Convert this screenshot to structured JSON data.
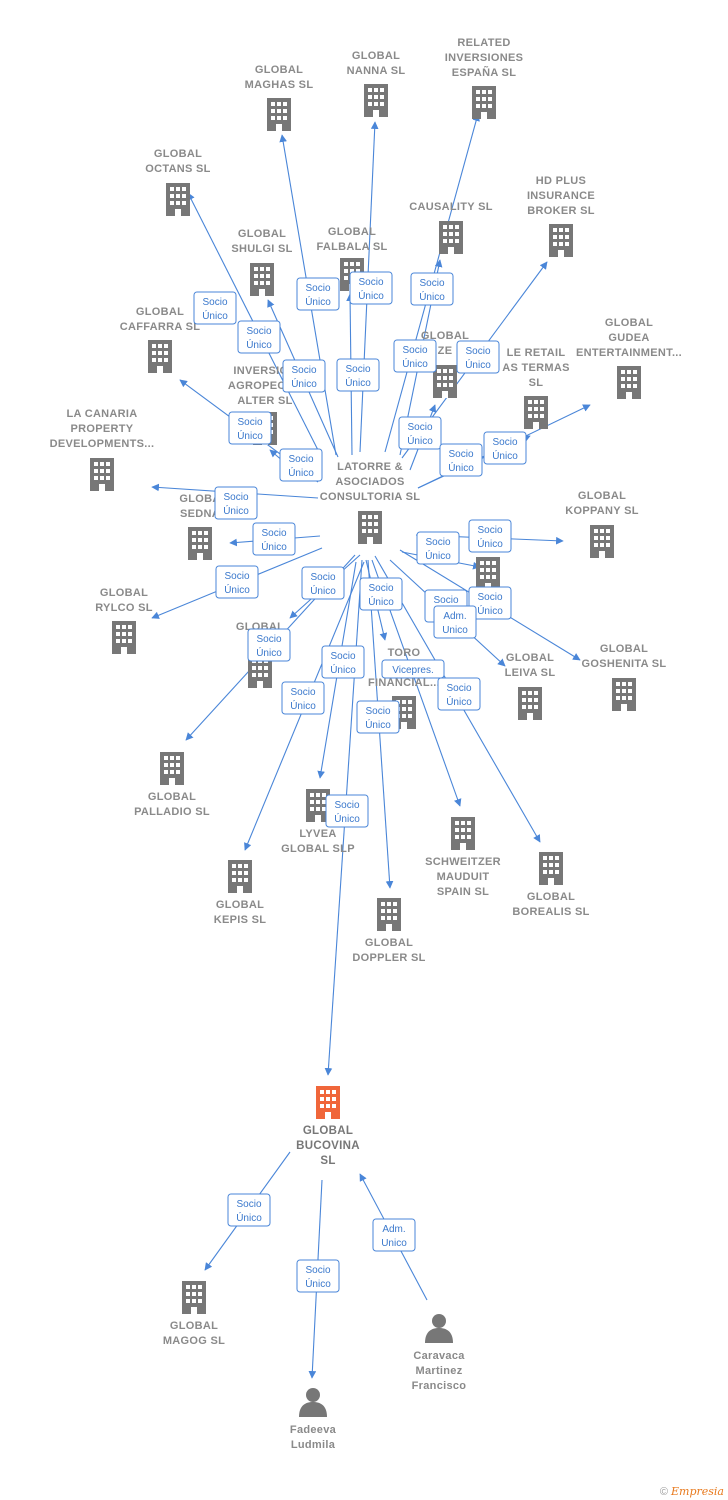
{
  "colors": {
    "edge": "#4a86d8",
    "node": "#777777",
    "highlight": "#f0663a"
  },
  "icons": {
    "company": "building-icon",
    "person": "person-icon"
  },
  "footer": {
    "copyright": "©",
    "brand": "Empresia"
  },
  "nodes": [
    {
      "id": "latorre",
      "lines": [
        "LATORRE &",
        "ASOCIADOS",
        "CONSULTORIA SL"
      ],
      "kind": "center"
    },
    {
      "id": "bucovina",
      "lines": [
        "GLOBAL",
        "BUCOVINA",
        "SL"
      ],
      "kind": "main"
    },
    {
      "id": "maghas",
      "lines": [
        "GLOBAL",
        "MAGHAS SL"
      ],
      "kind": "company"
    },
    {
      "id": "nanna",
      "lines": [
        "GLOBAL",
        "NANNA SL"
      ],
      "kind": "company"
    },
    {
      "id": "related",
      "lines": [
        "RELATED",
        "INVERSIONES",
        "ESPAÑA SL"
      ],
      "kind": "company"
    },
    {
      "id": "octans",
      "lines": [
        "GLOBAL",
        "OCTANS SL"
      ],
      "kind": "company"
    },
    {
      "id": "hdplus",
      "lines": [
        "HD PLUS",
        "INSURANCE",
        "BROKER SL"
      ],
      "kind": "company"
    },
    {
      "id": "causality",
      "lines": [
        "CAUSALITY SL"
      ],
      "kind": "company"
    },
    {
      "id": "shulgi",
      "lines": [
        "GLOBAL",
        "SHULGI SL"
      ],
      "kind": "company"
    },
    {
      "id": "falbala",
      "lines": [
        "GLOBAL",
        "FALBALA SL"
      ],
      "kind": "company"
    },
    {
      "id": "caffarra",
      "lines": [
        "GLOBAL",
        "CAFFARRA SL"
      ],
      "kind": "company"
    },
    {
      "id": "gudea",
      "lines": [
        "GLOBAL",
        "GUDEA",
        "ENTERTAINMENT..."
      ],
      "kind": "company"
    },
    {
      "id": "globalze",
      "lines": [
        "GLOBAL",
        "ZE"
      ],
      "kind": "company"
    },
    {
      "id": "leretail",
      "lines": [
        "LE RETAIL",
        "AS TERMAS",
        "SL"
      ],
      "kind": "company"
    },
    {
      "id": "inversion",
      "lines": [
        "INVERSION",
        "AGROPECUA",
        "ALTER SL"
      ],
      "kind": "company"
    },
    {
      "id": "lacanaria",
      "lines": [
        "LA CANARIA",
        "PROPERTY",
        "DEVELOPMENTS..."
      ],
      "kind": "company"
    },
    {
      "id": "koppany",
      "lines": [
        "GLOBAL",
        "KOPPANY SL"
      ],
      "kind": "company"
    },
    {
      "id": "sedna",
      "lines": [
        "GLOBA",
        "SEDNA"
      ],
      "kind": "company"
    },
    {
      "id": "globalse",
      "lines": [
        "SE"
      ],
      "kind": "company"
    },
    {
      "id": "rylco",
      "lines": [
        "GLOBAL",
        "RYLCO SL"
      ],
      "kind": "company"
    },
    {
      "id": "gon",
      "lines": [
        "GLOBAL",
        "GON"
      ],
      "kind": "company"
    },
    {
      "id": "toro",
      "lines": [
        "TORO",
        "VE",
        "FINANCIAL..."
      ],
      "kind": "company"
    },
    {
      "id": "leiva",
      "lines": [
        "GLOBAL",
        "LEIVA SL"
      ],
      "kind": "company"
    },
    {
      "id": "goshenita",
      "lines": [
        "GLOBAL",
        "GOSHENITA SL"
      ],
      "kind": "company"
    },
    {
      "id": "palladio",
      "lines": [
        "GLOBAL",
        "PALLADIO SL"
      ],
      "kind": "company"
    },
    {
      "id": "lyvea",
      "lines": [
        "LYVEA",
        "GLOBAL SLP"
      ],
      "kind": "company"
    },
    {
      "id": "schweitzer",
      "lines": [
        "SCHWEITZER",
        "MAUDUIT",
        "SPAIN SL"
      ],
      "kind": "company"
    },
    {
      "id": "borealis",
      "lines": [
        "GLOBAL",
        "BOREALIS SL"
      ],
      "kind": "company"
    },
    {
      "id": "kepis",
      "lines": [
        "GLOBAL",
        "KEPIS SL"
      ],
      "kind": "company"
    },
    {
      "id": "doppler",
      "lines": [
        "GLOBAL",
        "DOPPLER SL"
      ],
      "kind": "company"
    },
    {
      "id": "magog",
      "lines": [
        "GLOBAL",
        "MAGOG SL"
      ],
      "kind": "company"
    },
    {
      "id": "caravaca",
      "lines": [
        "Caravaca",
        "Martinez",
        "Francisco"
      ],
      "kind": "person"
    },
    {
      "id": "fadeeva",
      "lines": [
        "Fadeeva",
        "Ludmila"
      ],
      "kind": "person"
    }
  ],
  "badges": [
    {
      "lines": [
        "Socio",
        "Único"
      ]
    },
    {
      "lines": [
        "Socio",
        "Único"
      ]
    },
    {
      "lines": [
        "Socio",
        "Único"
      ]
    },
    {
      "lines": [
        "Socio",
        "Único"
      ]
    },
    {
      "lines": [
        "Socio",
        "Único"
      ]
    },
    {
      "lines": [
        "Socio",
        "Único"
      ]
    },
    {
      "lines": [
        "Socio",
        "Único"
      ]
    },
    {
      "lines": [
        "Socio",
        "Único"
      ]
    },
    {
      "lines": [
        "Socio",
        "Único"
      ]
    },
    {
      "lines": [
        "Socio",
        "Único"
      ]
    },
    {
      "lines": [
        "Socio",
        "Único"
      ]
    },
    {
      "lines": [
        "Socio",
        "Único"
      ]
    },
    {
      "lines": [
        "Socio",
        "Único"
      ]
    },
    {
      "lines": [
        "Socio",
        "Único"
      ]
    },
    {
      "lines": [
        "Socio",
        "Único"
      ]
    },
    {
      "lines": [
        "Socio",
        "Único"
      ]
    },
    {
      "lines": [
        "Socio",
        "Único"
      ]
    },
    {
      "lines": [
        "Socio",
        "Único"
      ]
    },
    {
      "lines": [
        "Socio",
        "Único"
      ]
    },
    {
      "lines": [
        "Socio",
        "Único"
      ]
    },
    {
      "lines": [
        "Socio",
        "Único"
      ]
    },
    {
      "lines": [
        "Socio",
        "Único"
      ]
    },
    {
      "lines": [
        "Socio",
        "Único"
      ]
    },
    {
      "lines": [
        "Adm.",
        "Unico"
      ]
    },
    {
      "lines": [
        "Socio",
        "Único"
      ]
    },
    {
      "lines": [
        "Socio",
        "Único"
      ]
    },
    {
      "lines": [
        "Socio",
        "Único"
      ]
    },
    {
      "lines": [
        "Vicepres."
      ]
    },
    {
      "lines": [
        "Socio",
        "Único"
      ]
    },
    {
      "lines": [
        "Socio",
        "Único"
      ]
    },
    {
      "lines": [
        "Socio",
        "Único"
      ]
    },
    {
      "lines": [
        "Socio",
        "Único"
      ]
    },
    {
      "lines": [
        "Adm.",
        "Unico"
      ]
    },
    {
      "lines": [
        "Socio",
        "Único"
      ]
    }
  ]
}
